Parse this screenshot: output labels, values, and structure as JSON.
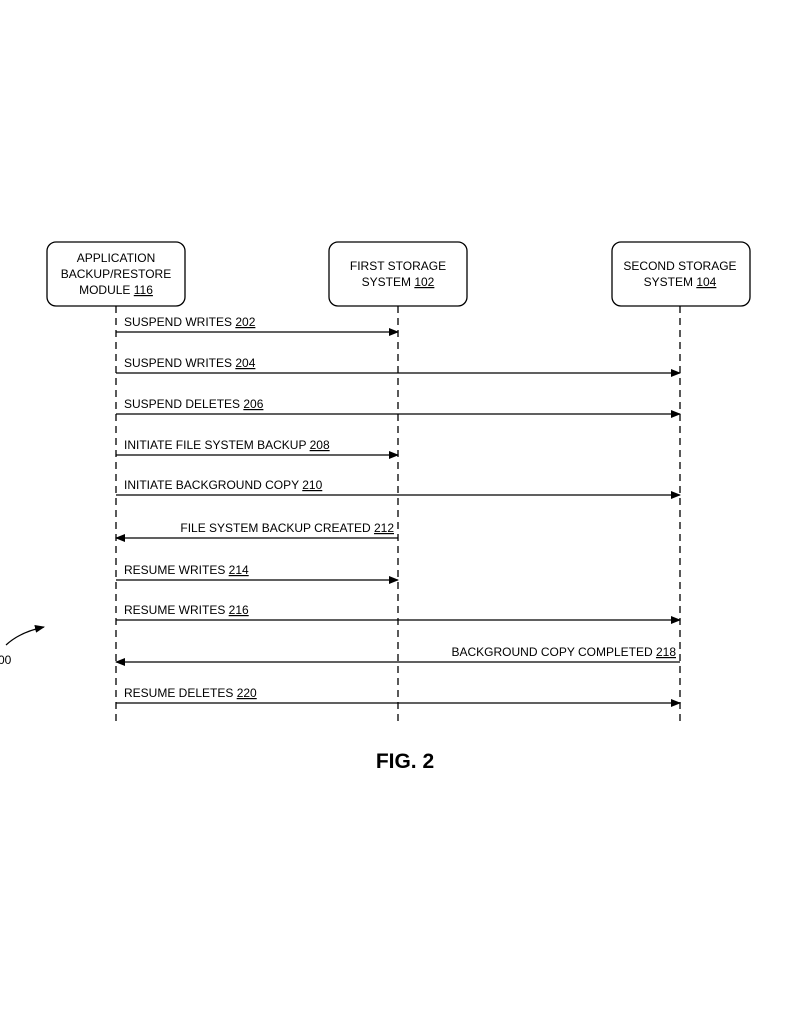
{
  "figure": {
    "label": "FIG. 2",
    "reference": "00"
  },
  "participants": [
    {
      "id": "app",
      "lines": [
        {
          "text": "APPLICATION",
          "ref": ""
        },
        {
          "text": "BACKUP/RESTORE",
          "ref": ""
        },
        {
          "text": "MODULE ",
          "ref": "116"
        }
      ]
    },
    {
      "id": "first",
      "lines": [
        {
          "text": "FIRST STORAGE",
          "ref": ""
        },
        {
          "text": "SYSTEM ",
          "ref": "102"
        }
      ]
    },
    {
      "id": "second",
      "lines": [
        {
          "text": "SECOND STORAGE",
          "ref": ""
        },
        {
          "text": "SYSTEM ",
          "ref": "104"
        }
      ]
    }
  ],
  "messages": [
    {
      "from": "app",
      "to": "first",
      "text": "SUSPEND WRITES ",
      "ref": "202"
    },
    {
      "from": "app",
      "to": "second",
      "text": "SUSPEND WRITES ",
      "ref": "204"
    },
    {
      "from": "app",
      "to": "second",
      "text": "SUSPEND DELETES ",
      "ref": "206"
    },
    {
      "from": "app",
      "to": "first",
      "text": "INITIATE FILE SYSTEM BACKUP ",
      "ref": "208"
    },
    {
      "from": "app",
      "to": "second",
      "text": "INITIATE BACKGROUND COPY  ",
      "ref": "210"
    },
    {
      "from": "first",
      "to": "app",
      "text": "FILE SYSTEM BACKUP CREATED ",
      "ref": "212"
    },
    {
      "from": "app",
      "to": "first",
      "text": "RESUME WRITES ",
      "ref": "214"
    },
    {
      "from": "app",
      "to": "second",
      "text": "RESUME WRITES ",
      "ref": "216"
    },
    {
      "from": "second",
      "to": "app",
      "text": "BACKGROUND COPY COMPLETED ",
      "ref": "218"
    },
    {
      "from": "app",
      "to": "second",
      "text": "RESUME DELETES ",
      "ref": "220"
    }
  ]
}
